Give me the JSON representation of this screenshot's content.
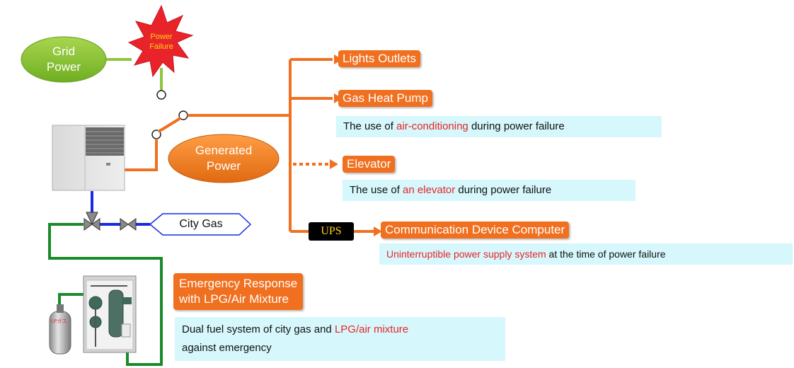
{
  "grid_power": {
    "line1": "Grid",
    "line2": "Power"
  },
  "power_failure": {
    "line1": "Power",
    "line2": "Failure"
  },
  "generated_power": {
    "line1": "Generated",
    "line2": "Power"
  },
  "city_gas": {
    "label": "City Gas"
  },
  "ups": {
    "label": "UPS"
  },
  "outputs": {
    "lights": "Lights Outlets",
    "ghp": "Gas Heat Pump",
    "elevator": "Elevator",
    "comm": "Communication Device Computer"
  },
  "descriptions": {
    "ghp": {
      "pre": "The use of ",
      "hl": "air-conditioning",
      "post": " during power failure"
    },
    "elevator": {
      "pre": "The use of ",
      "hl": "an elevator",
      "post": " during power failure"
    },
    "comm": {
      "hl": "Uninterruptible power supply system",
      "post": " at the time of power failure"
    }
  },
  "emergency": {
    "line1": "Emergency Response",
    "line2": "with LPG/Air Mixture",
    "desc_pre": "Dual fuel system of city gas and ",
    "desc_hl": "LPG/air mixture",
    "desc_line2": "against emergency"
  },
  "colors": {
    "orange": "#f07020",
    "green_line": "#1a8a2a",
    "blue_line": "#1a2ae0",
    "lime": "#8dc63f",
    "highlight_bg": "#d6f7fb",
    "red_text": "#e8242a"
  }
}
